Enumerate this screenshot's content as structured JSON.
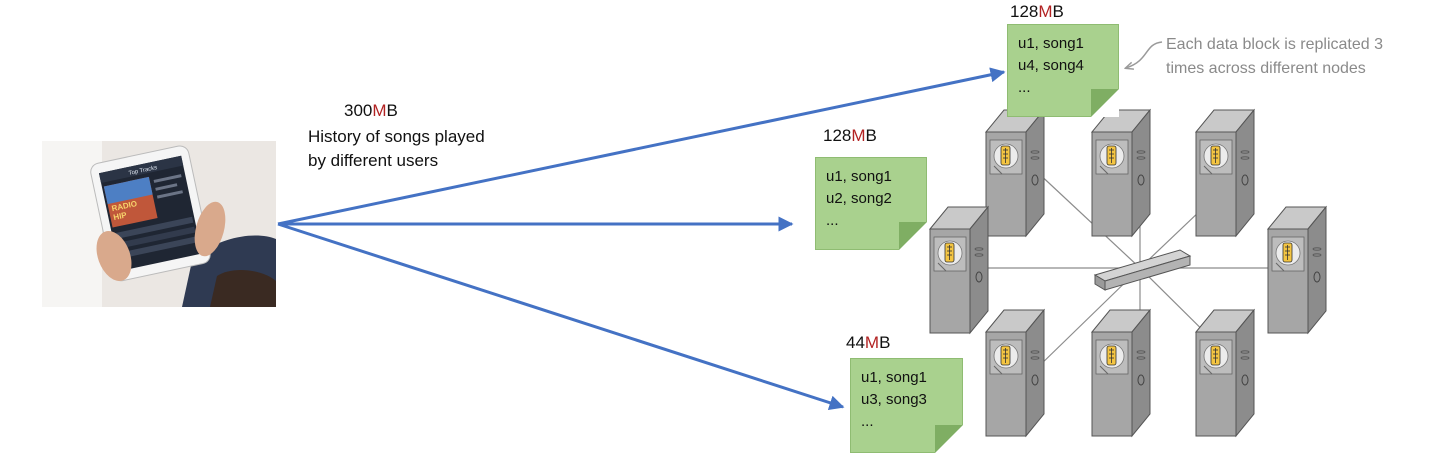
{
  "source": {
    "size_value": "300",
    "size_unit_m": "M",
    "size_unit_b": "B",
    "description_line1": "History of songs played",
    "description_line2": "by different users",
    "image": "tablet-music-app-photo"
  },
  "blocks": [
    {
      "size_value": "128",
      "size_unit_m": "M",
      "size_unit_b": "B",
      "lines": [
        "u1, song1",
        "u4, song4",
        "..."
      ]
    },
    {
      "size_value": "128",
      "size_unit_m": "M",
      "size_unit_b": "B",
      "lines": [
        "u1, song1",
        "u2, song2",
        "..."
      ]
    },
    {
      "size_value": "44",
      "size_unit_m": "M",
      "size_unit_b": "B",
      "lines": [
        "u1, song1",
        "u3, song3",
        "..."
      ]
    }
  ],
  "annotation": {
    "line1": "Each data block is replicated 3",
    "line2": "times across different nodes"
  },
  "tablet_screen": {
    "header": "Top Tracks",
    "tile_line1": "RADIO",
    "tile_line2": "HIP"
  },
  "cluster": {
    "node_count": 8,
    "hub": "network-switch"
  },
  "colors": {
    "arrow": "#4472c4",
    "note_fill": "#a9d18e",
    "unit_highlight": "#b22222",
    "annotation_text": "#8a8a8a",
    "server_body": "#a6a6a6"
  }
}
